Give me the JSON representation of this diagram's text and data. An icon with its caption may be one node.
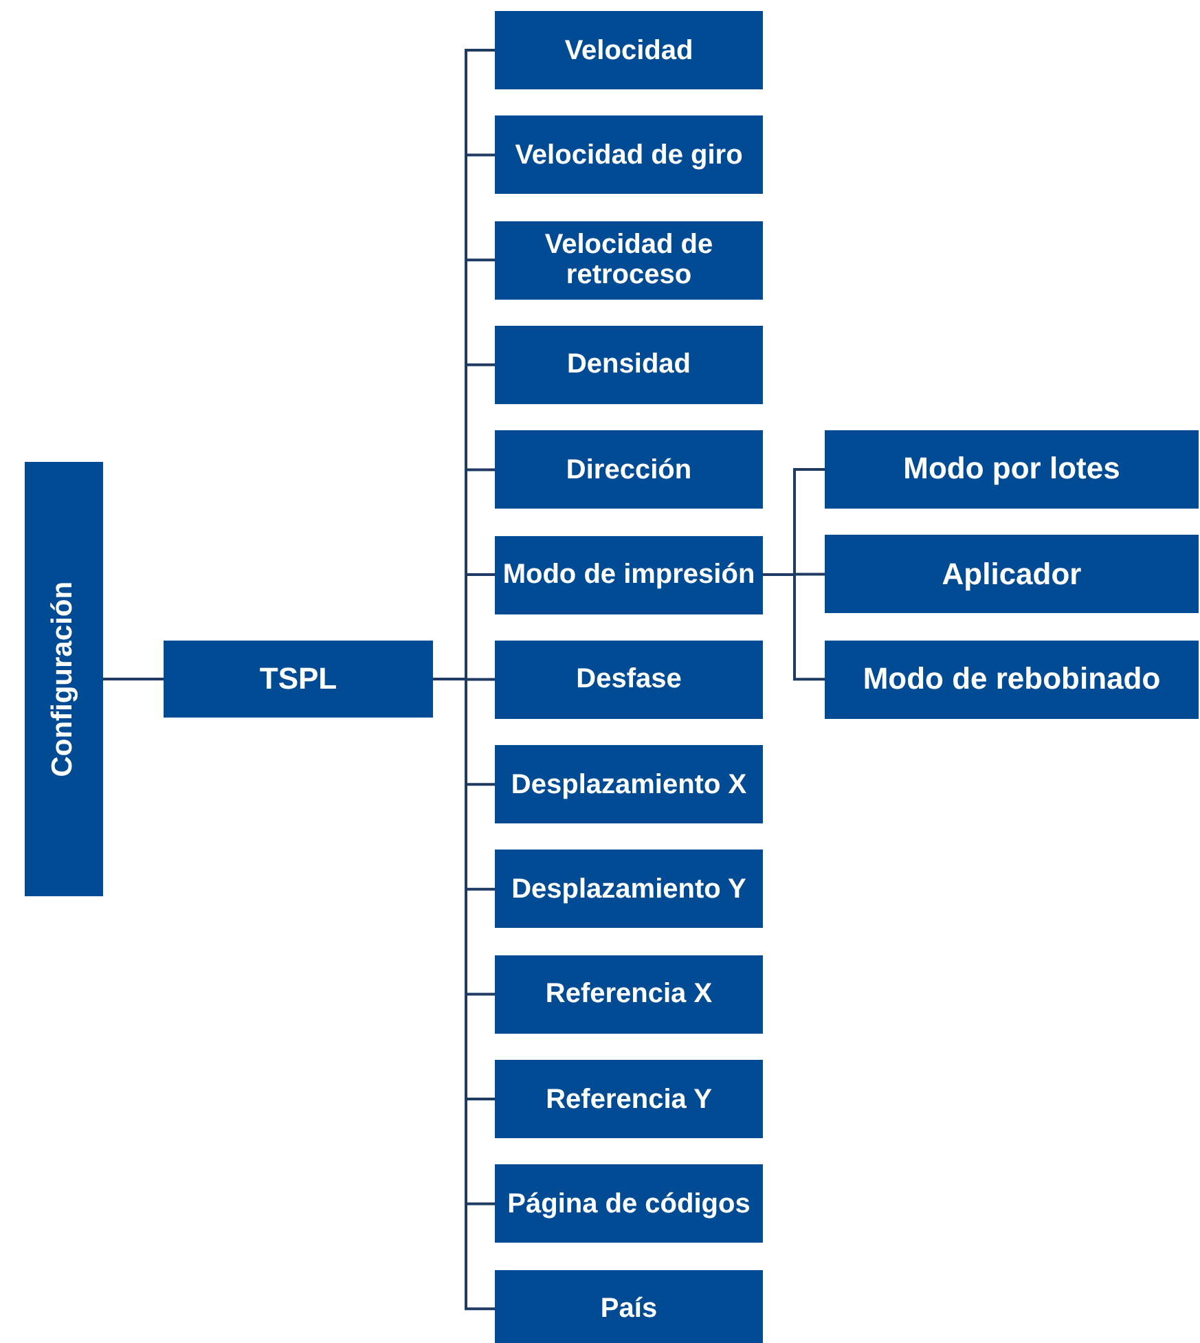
{
  "diagram": {
    "nodes": [
      {
        "text": [
          "Configuración"
        ]
      },
      {
        "text": [
          "TSPL"
        ]
      },
      {
        "text": [
          "Velocidad"
        ]
      },
      {
        "text": [
          "Velocidad de giro"
        ]
      },
      {
        "text": [
          "Velocidad de retroceso"
        ]
      },
      {
        "text": [
          "Densidad"
        ]
      },
      {
        "text": [
          "Dirección"
        ]
      },
      {
        "text": [
          "Modo de impresión"
        ]
      },
      {
        "text": [
          "Desfase"
        ]
      },
      {
        "text": [
          "Desplazamiento X"
        ]
      },
      {
        "text": [
          "Desplazamiento Y"
        ]
      },
      {
        "text": [
          "Referencia X"
        ]
      },
      {
        "text": [
          "Referencia Y"
        ]
      },
      {
        "text": [
          "Página de códigos"
        ]
      },
      {
        "text": [
          "País"
        ]
      },
      {
        "text": [
          "Modo por lotes"
        ]
      },
      {
        "text": [
          "Aplicador"
        ]
      },
      {
        "text": [
          "Modo de rebobinado"
        ]
      }
    ],
    "edges": [
      {
        "from": 0,
        "to": 1,
        "arrow": "none"
      },
      {
        "from": 1,
        "to": 2,
        "arrow": "none"
      },
      {
        "from": 1,
        "to": 3,
        "arrow": "none"
      },
      {
        "from": 1,
        "to": 4,
        "arrow": "none"
      },
      {
        "from": 1,
        "to": 5,
        "arrow": "none"
      },
      {
        "from": 1,
        "to": 6,
        "arrow": "none"
      },
      {
        "from": 1,
        "to": 7,
        "arrow": "none"
      },
      {
        "from": 1,
        "to": 8,
        "arrow": "none"
      },
      {
        "from": 1,
        "to": 9,
        "arrow": "none"
      },
      {
        "from": 1,
        "to": 10,
        "arrow": "none"
      },
      {
        "from": 1,
        "to": 11,
        "arrow": "none"
      },
      {
        "from": 1,
        "to": 12,
        "arrow": "none"
      },
      {
        "from": 1,
        "to": 13,
        "arrow": "none"
      },
      {
        "from": 1,
        "to": 14,
        "arrow": "none"
      },
      {
        "from": 7,
        "to": 15,
        "arrow": "none"
      },
      {
        "from": 7,
        "to": 16,
        "arrow": "none"
      },
      {
        "from": 7,
        "to": 17,
        "arrow": "none"
      }
    ]
  }
}
